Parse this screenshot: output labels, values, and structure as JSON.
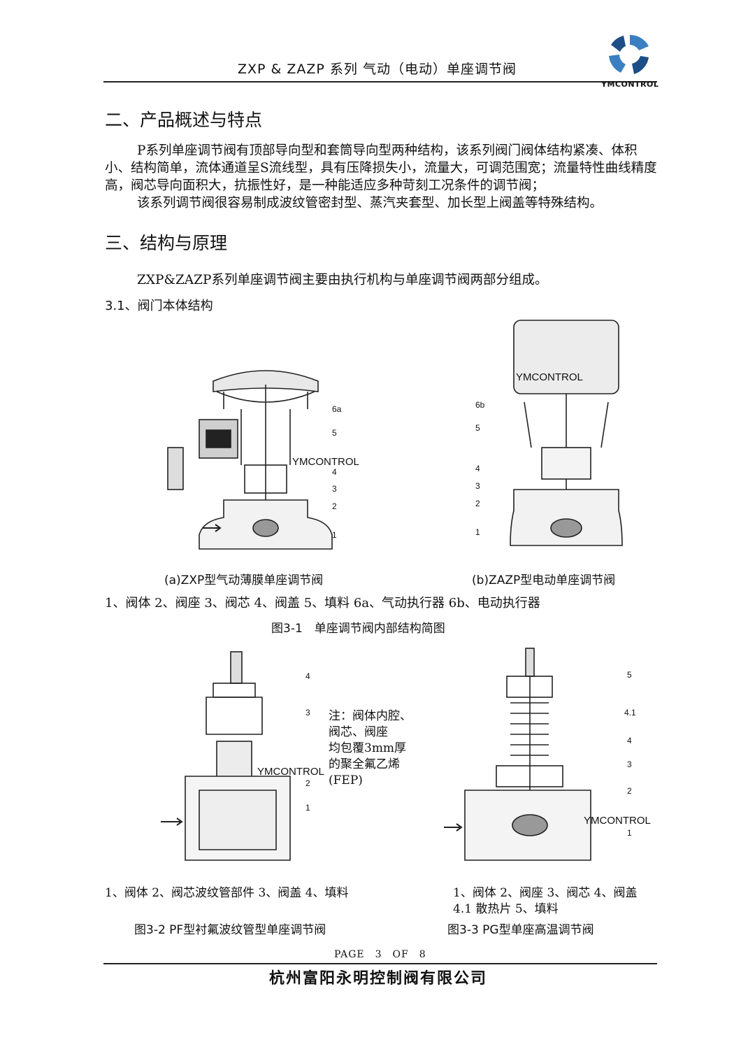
{
  "header": {
    "title": "ZXP & ZAZP 系列 气动（电动）单座调节阀",
    "logo_text": "YMCONTROL"
  },
  "section2": {
    "heading": "二、产品概述与特点",
    "para1": "P系列单座调节阀有顶部导向型和套筒导向型两种结构，该系列阀门阀体结构紧凑、体积小、结构简单，流体通道呈S流线型，具有压降损失小，流量大，可调范围宽；流量特性曲线精度高，阀芯导向面积大，抗振性好，是一种能适应多种苛刻工况条件的调节阀；",
    "para2": "该系列调节阀很容易制成波纹管密封型、蒸汽夹套型、加长型上阀盖等特殊结构。"
  },
  "section3": {
    "heading": "三、结构与原理",
    "intro": "ZXP&ZAZP系列单座调节阀主要由执行机构与单座调节阀两部分组成。",
    "sub_heading": "3.1、阀门本体结构"
  },
  "figure1": {
    "caption_a": "(a)ZXP型气动薄膜单座调节阀",
    "caption_b": "(b)ZAZP型电动单座调节阀",
    "legend": "1、阀体 2、阀座 3、阀芯 4、阀盖 5、填料 6a、气动执行器 6b、电动执行器",
    "title": "图3-1　单座调节阀内部结构简图",
    "brand_a": "YMCONTROL",
    "brand_b": "YMCONTROL",
    "callouts_a": [
      "6a",
      "5",
      "4",
      "3",
      "2",
      "1"
    ],
    "callouts_b": [
      "6b",
      "5",
      "4",
      "3",
      "2",
      "1"
    ]
  },
  "figure2": {
    "note_lines": [
      "注：阀体内腔、",
      "阀芯、阀座",
      "均包覆3mm厚",
      "的聚全氟乙烯",
      "(FEP)"
    ],
    "brand": "YMCONTROL",
    "callouts": [
      "4",
      "3",
      "2",
      "1"
    ],
    "legend": "1、阀体 2、阀芯波纹管部件 3、阀盖 4、填料",
    "title": "图3-2 PF型衬氟波纹管型单座调节阀"
  },
  "figure3": {
    "brand": "YMCONTROL",
    "callouts": [
      "5",
      "4.1",
      "4",
      "3",
      "2",
      "1"
    ],
    "legend_line1": "1、阀体 2、阀座 3、阀芯 4、阀盖",
    "legend_line2": "4.1 散热片 5、填料",
    "title": "图3-3 PG型单座高温调节阀"
  },
  "footer": {
    "page": "PAGE　3　OF　8",
    "company": "杭州富阳永明控制阀有限公司"
  }
}
